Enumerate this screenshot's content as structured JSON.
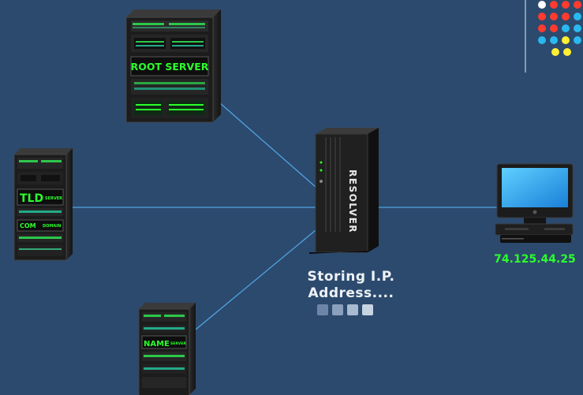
{
  "servers": {
    "root": {
      "label": "ROOT SERVER"
    },
    "tld": {
      "label": "TLD",
      "sub_label": "SERVER",
      "com_label": "COM",
      "domain_label": "DOMAIN"
    },
    "name": {
      "label": "NAME",
      "sub_label": "SERVER"
    }
  },
  "resolver": {
    "label": "RESOLVER"
  },
  "status": {
    "line1": "Storing I.P.",
    "line2": "Address...."
  },
  "client": {
    "ip": "74.125.44.25"
  },
  "colors": {
    "background": "#2c4a6e",
    "connection_line": "#4fa3e0",
    "green_text": "#2cff2c",
    "dot_palette": [
      "#ffffff",
      "#ff3b2f",
      "#2ab8f0",
      "#ffee33"
    ]
  }
}
